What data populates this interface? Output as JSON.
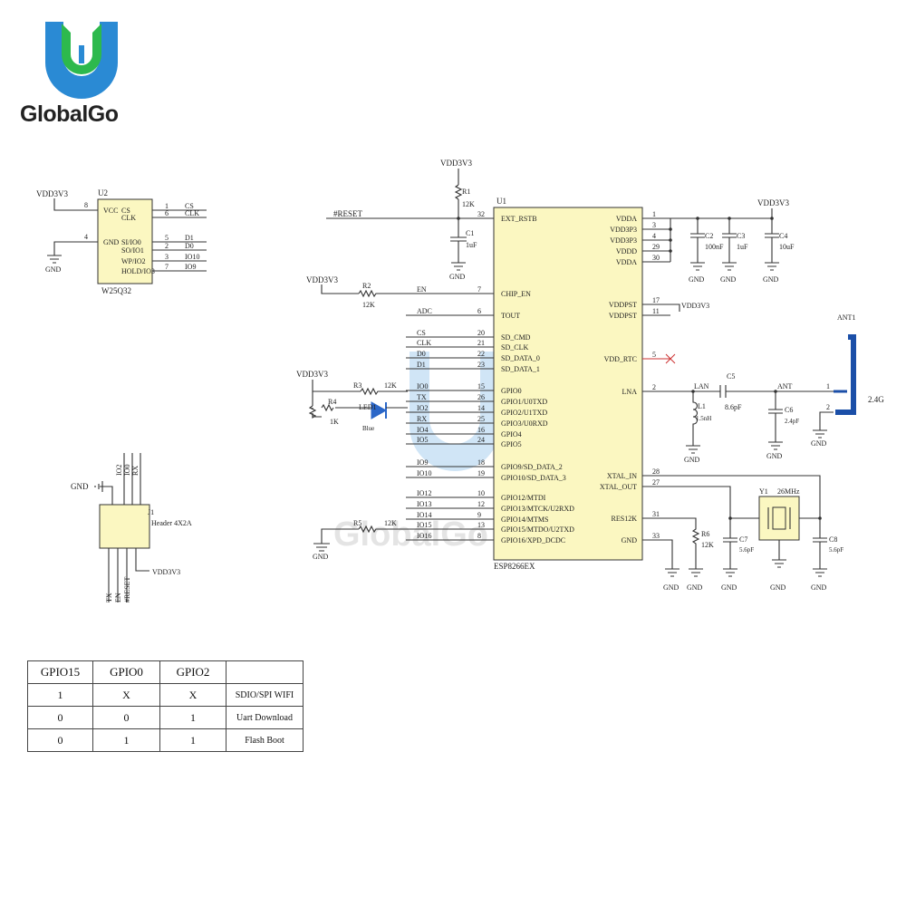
{
  "brand": {
    "name": "GlobalGo",
    "watermark": "GlobalGo",
    "colors": {
      "logo_blue": "#2a8ad4",
      "logo_green": "#2db94d",
      "text": "#222222",
      "chip_fill": "#fbf7c1"
    }
  },
  "schematic": {
    "flash": {
      "ref": "U2",
      "part": "W25Q32",
      "net_vcc": "VDD3V3",
      "net_gnd": "GND",
      "pin_vcc": "VCC",
      "pin_vcc_num": "8",
      "pin_gnd": "GND",
      "pin_gnd_num": "4",
      "pins": [
        {
          "name": "CS",
          "num": "1",
          "net": "CS"
        },
        {
          "name": "CLK",
          "num": "6",
          "net": "CLK"
        },
        {
          "name": "SI/IO0",
          "num": "5",
          "net": "D1"
        },
        {
          "name": "SO/IO1",
          "num": "2",
          "net": "D0"
        },
        {
          "name": "WP/IO2",
          "num": "3",
          "net": "IO10"
        },
        {
          "name": "HOLD/IO3",
          "num": "7",
          "net": "IO9"
        }
      ]
    },
    "reset": {
      "net": "#RESET",
      "r1": "R1",
      "r1_val": "12K",
      "c1": "C1",
      "c1_val": "1uF",
      "vdd": "VDD3V3",
      "gnd": "GND"
    },
    "chip": {
      "ref": "U1",
      "part": "ESP8266EX",
      "left_pins": [
        {
          "name": "EXT_RSTB",
          "num": "32"
        },
        {
          "name": "CHIP_EN",
          "num": "7"
        },
        {
          "name": "TOUT",
          "num": "6"
        },
        {
          "name": "SD_CMD",
          "num": "20"
        },
        {
          "name": "SD_CLK",
          "num": "21"
        },
        {
          "name": "SD_DATA_0",
          "num": "22"
        },
        {
          "name": "SD_DATA_1",
          "num": "23"
        },
        {
          "name": "GPIO0",
          "num": "15"
        },
        {
          "name": "GPIO1/U0TXD",
          "num": "26"
        },
        {
          "name": "GPIO2/U1TXD",
          "num": "14"
        },
        {
          "name": "GPIO3/U0RXD",
          "num": "25"
        },
        {
          "name": "GPIO4",
          "num": "16"
        },
        {
          "name": "GPIO5",
          "num": "24"
        },
        {
          "name": "GPIO9/SD_DATA_2",
          "num": "18"
        },
        {
          "name": "GPIO10/SD_DATA_3",
          "num": "19"
        },
        {
          "name": "GPIO12/MTDI",
          "num": "10"
        },
        {
          "name": "GPIO13/MTCK/U2RXD",
          "num": "12"
        },
        {
          "name": "GPIO14/MTMS",
          "num": "9"
        },
        {
          "name": "GPIO15/MTDO/U2TXD",
          "num": "13"
        },
        {
          "name": "GPIO16/XPD_DCDC",
          "num": "8"
        }
      ],
      "right_pins": [
        {
          "name": "VDDA",
          "num": "1"
        },
        {
          "name": "VDD3P3",
          "num": "3"
        },
        {
          "name": "VDD3P3",
          "num": "4"
        },
        {
          "name": "VDDD",
          "num": "29"
        },
        {
          "name": "VDDA",
          "num": "30"
        },
        {
          "name": "VDDPST",
          "num": "17"
        },
        {
          "name": "VDDPST",
          "num": "11"
        },
        {
          "name": "VDD_RTC",
          "num": "5"
        },
        {
          "name": "LNA",
          "num": "2"
        },
        {
          "name": "XTAL_IN",
          "num": "28"
        },
        {
          "name": "XTAL_OUT",
          "num": "27"
        },
        {
          "name": "RES12K",
          "num": "31"
        },
        {
          "name": "GND",
          "num": "33"
        }
      ],
      "left_nets": [
        "EN",
        "ADC",
        "CS",
        "CLK",
        "D0",
        "D1",
        "IO0",
        "TX",
        "IO2",
        "RX",
        "IO4",
        "IO5",
        "IO9",
        "IO10",
        "IO12",
        "IO13",
        "IO14",
        "IO15",
        "IO16"
      ]
    },
    "en_circuit": {
      "vdd": "VDD3V3",
      "r2": "R2",
      "r2_val": "12K"
    },
    "led_circuit": {
      "vdd": "VDD3V3",
      "r3": "R3",
      "r3_val": "12K",
      "r4": "R4",
      "r4_val": "1K",
      "led": "LED1",
      "led_color": "Blue"
    },
    "io15_circuit": {
      "r5": "R5",
      "r5_val": "12K",
      "gnd": "GND"
    },
    "decoupling": {
      "vdd": "VDD3V3",
      "caps": [
        {
          "ref": "C2",
          "val": "100nF"
        },
        {
          "ref": "C3",
          "val": "1uF"
        },
        {
          "ref": "C4",
          "val": "10uF"
        }
      ],
      "gnd": "GND",
      "vddpst_net": "VDD3V3"
    },
    "rf": {
      "antenna": "ANT1",
      "band": "2.4G",
      "net_lan": "LAN",
      "net_ant": "ANT",
      "c5": "C5",
      "c5_val": "8.6pF",
      "c6": "C6",
      "c6_val": "2.4pF",
      "l1": "L1",
      "l1_val": "1.5nH",
      "ant_pin1": "1",
      "ant_pin2": "2",
      "gnd": "GND"
    },
    "crystal": {
      "ref": "Y1",
      "freq": "26MHz",
      "c7": "C7",
      "c7_val": "5.6pF",
      "c8": "C8",
      "c8_val": "5.6pF",
      "r6": "R6",
      "r6_val": "12K",
      "gnd": "GND"
    },
    "header": {
      "ref": "J1",
      "part": "Header 4X2A",
      "gnd": "GND",
      "vdd": "VDD3V3",
      "top_nets": [
        "IO2",
        "IO0",
        "RX"
      ],
      "bottom_nets": [
        "TX",
        "EN",
        "#RESET"
      ]
    }
  },
  "boot_table": {
    "headers": [
      "GPIO15",
      "GPIO0",
      "GPIO2",
      ""
    ],
    "rows": [
      [
        "1",
        "X",
        "X",
        "SDIO/SPI WIFI"
      ],
      [
        "0",
        "0",
        "1",
        "Uart Download"
      ],
      [
        "0",
        "1",
        "1",
        "Flash Boot"
      ]
    ]
  }
}
